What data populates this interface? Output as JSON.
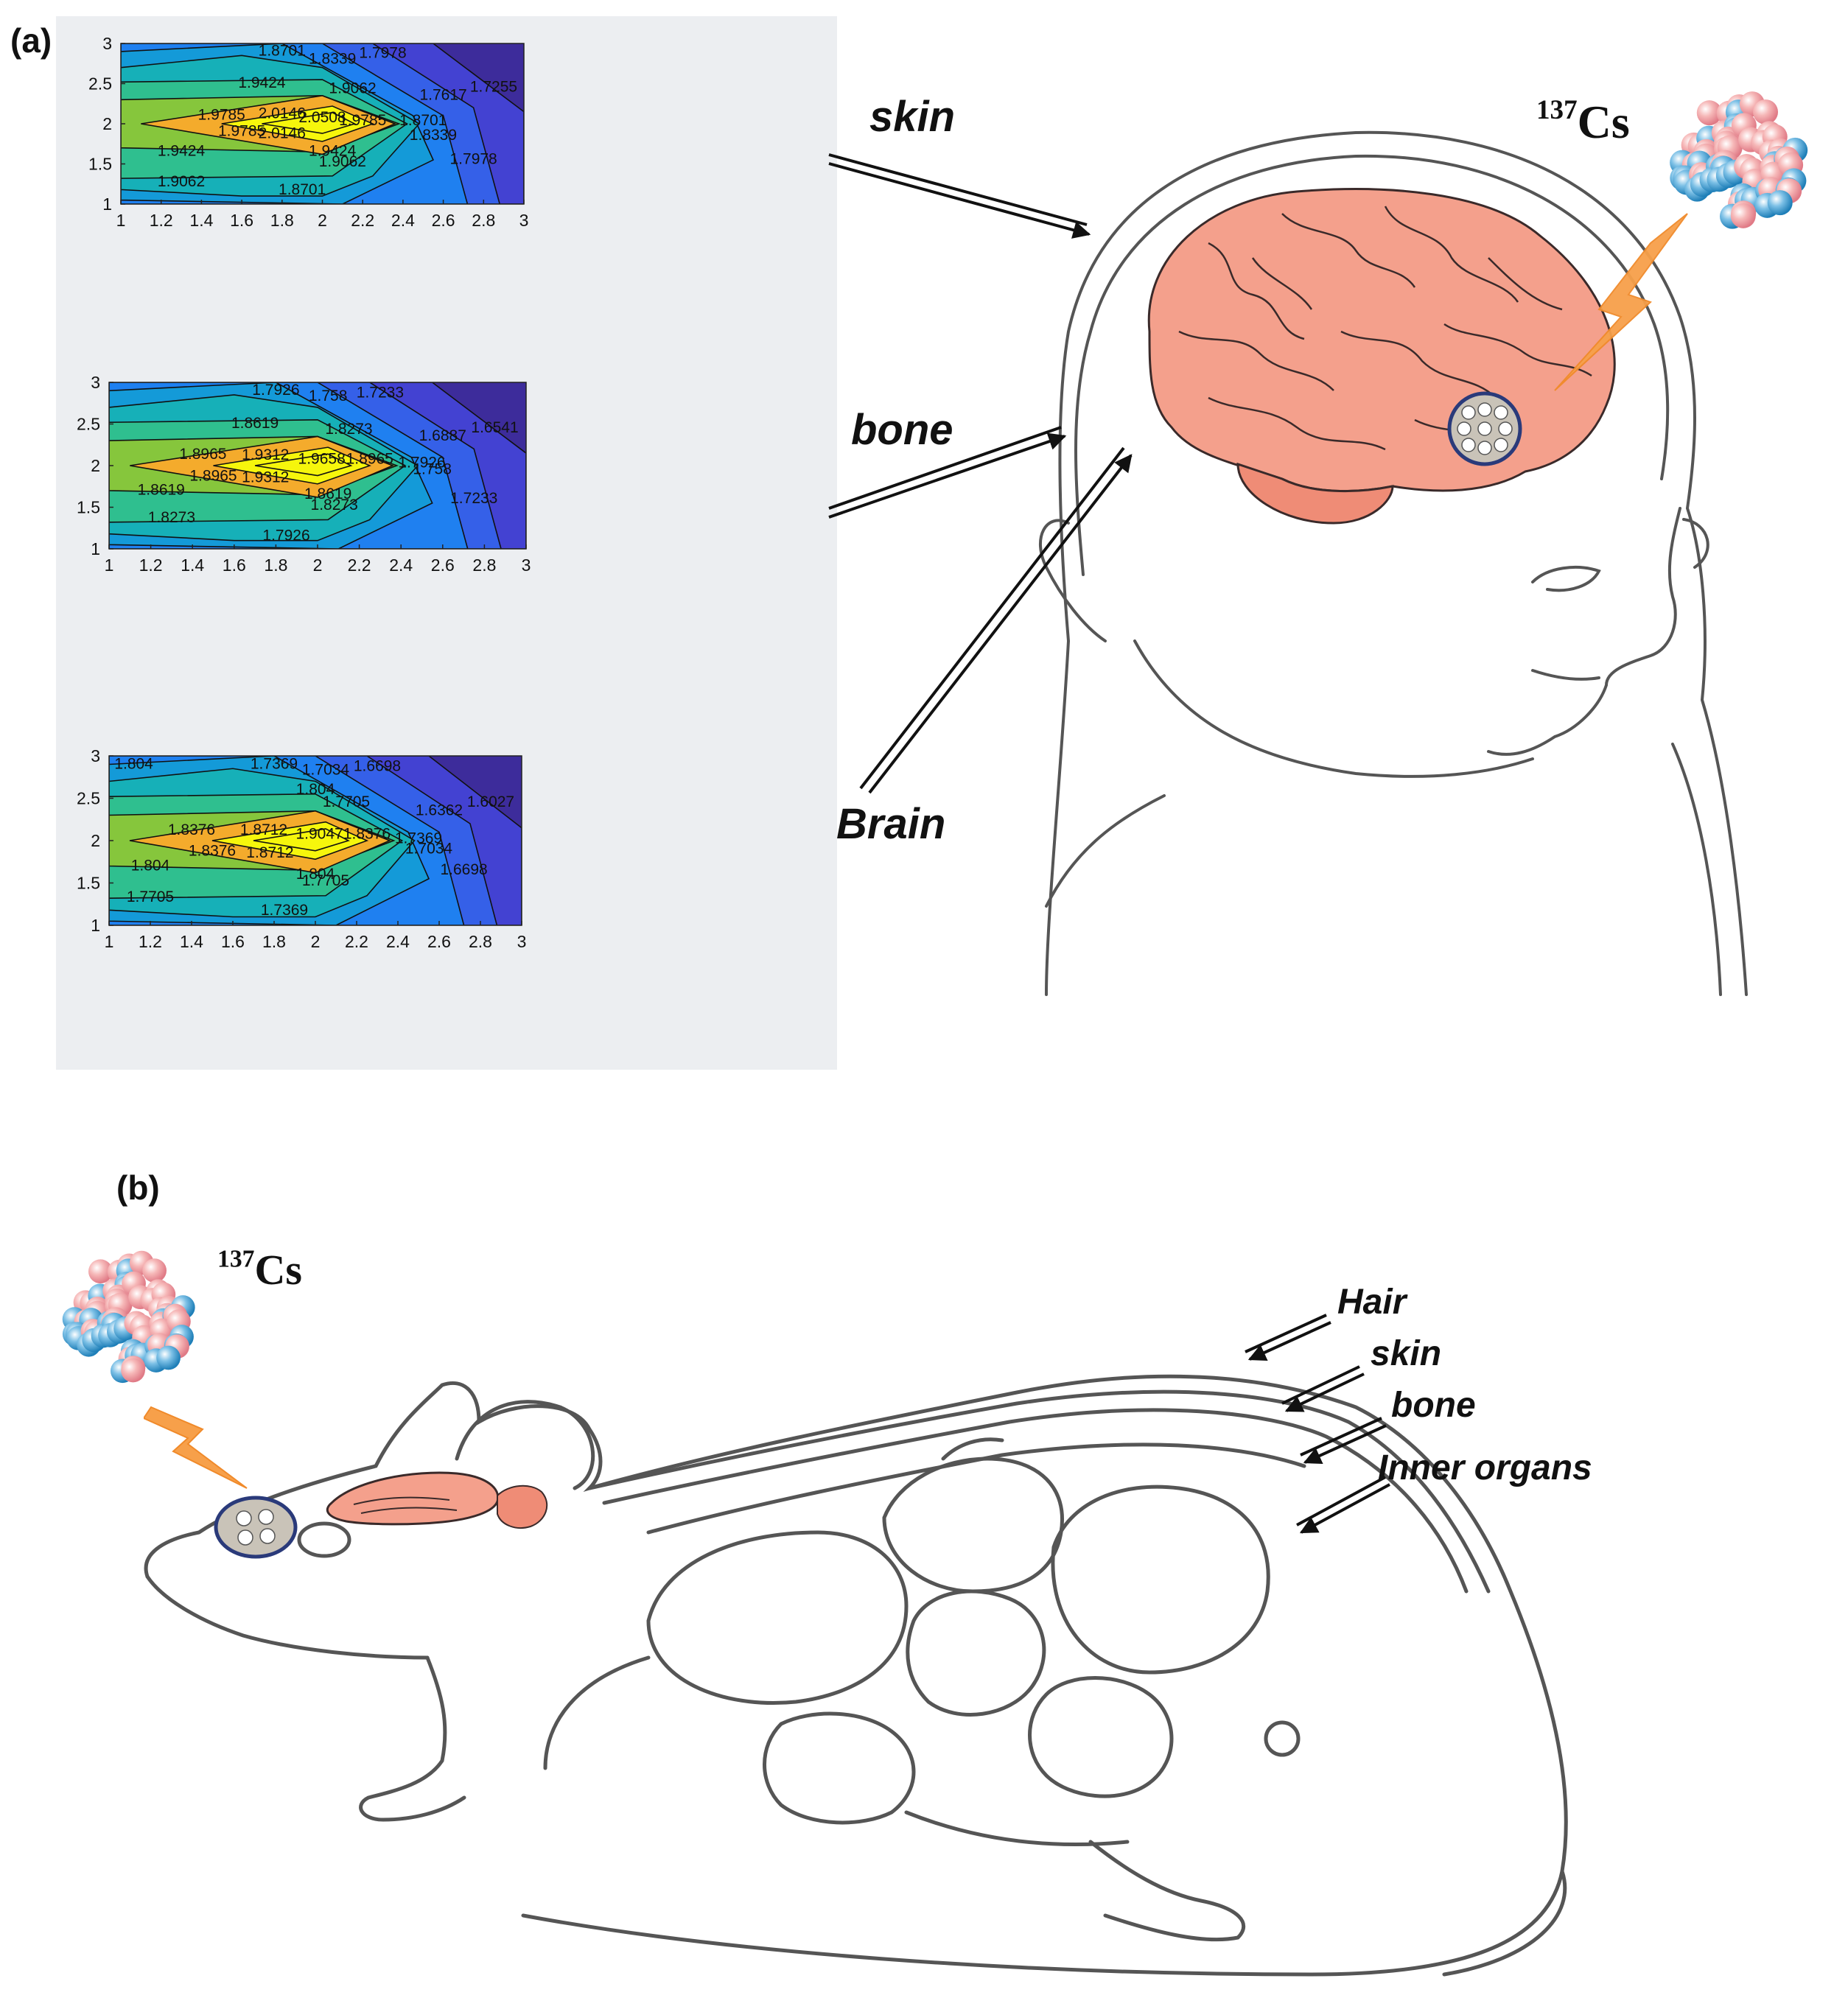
{
  "panel_a_label": "(a)",
  "panel_b_label": "(b)",
  "isotope": {
    "mass_number": "137",
    "symbol": "Cs"
  },
  "head_labels": [
    "skin",
    "bone",
    "Brain"
  ],
  "rat_labels": [
    "Hair",
    "skin",
    "bone",
    "Inner organs"
  ],
  "icons": [
    "nucleus-icon",
    "lightning-icon",
    "source-disc-icon",
    "arrow-icon"
  ],
  "colors": {
    "brain": "#f4a08c",
    "lightning": "#f7a04a",
    "line_art": "#555555",
    "contour_high": "#f6f60c",
    "contour_low": "#3a2a9a"
  },
  "chart_data": [
    {
      "type": "contour",
      "organ": "skin",
      "x_ticks": [
        "1",
        "1.2",
        "1.4",
        "1.6",
        "1.8",
        "2",
        "2.2",
        "2.4",
        "2.6",
        "2.8",
        "3"
      ],
      "y_ticks": [
        "1",
        "1.5",
        "2",
        "2.5",
        "3"
      ],
      "xlim": [
        1,
        3
      ],
      "ylim": [
        1,
        3
      ],
      "levels": [
        1.7255,
        1.7617,
        1.7978,
        1.8339,
        1.8701,
        1.9062,
        1.9424,
        1.9785,
        2.0146,
        2.0508
      ],
      "contour_labels": [
        "1.8701",
        "1.8339",
        "1.7978",
        "1.9424",
        "1.9062",
        "1.7617",
        "1.7255",
        "1.9785",
        "2.0146",
        "2.0508",
        "1.9785",
        "1.8701",
        "1.9785",
        "2.0146",
        "1.8339",
        "1.9424",
        "1.7978",
        "1.9424",
        "1.9062",
        "1.9062",
        "1.8701"
      ]
    },
    {
      "type": "contour",
      "organ": "bone",
      "x_ticks": [
        "1",
        "1.2",
        "1.4",
        "1.6",
        "1.8",
        "2",
        "2.2",
        "2.4",
        "2.6",
        "2.8",
        "3"
      ],
      "y_ticks": [
        "1",
        "1.5",
        "2",
        "2.5",
        "3"
      ],
      "xlim": [
        1,
        3
      ],
      "ylim": [
        1,
        3
      ],
      "levels": [
        1.6541,
        1.6887,
        1.7233,
        1.758,
        1.7926,
        1.8273,
        1.8619,
        1.8965,
        1.9312,
        1.9658
      ],
      "contour_labels": [
        "1.7926",
        "1.758",
        "1.7233",
        "1.8619",
        "1.8273",
        "1.6887",
        "1.6541",
        "1.8965",
        "1.9312",
        "1.9658",
        "1.8965",
        "1.7926",
        "1.758",
        "1.8965",
        "1.9312",
        "1.7233",
        "1.8619",
        "1.8619",
        "1.8273",
        "1.8273",
        "1.7926"
      ]
    },
    {
      "type": "contour",
      "organ": "brain",
      "x_ticks": [
        "1",
        "1.2",
        "1.4",
        "1.6",
        "1.8",
        "2",
        "2.2",
        "2.4",
        "2.6",
        "2.8",
        "3"
      ],
      "y_ticks": [
        "1",
        "1.5",
        "2",
        "2.5",
        "3"
      ],
      "xlim": [
        1,
        3
      ],
      "ylim": [
        1,
        3
      ],
      "levels": [
        1.6027,
        1.6362,
        1.6698,
        1.7034,
        1.7369,
        1.7705,
        1.804,
        1.8376,
        1.8712,
        1.9047
      ],
      "contour_labels": [
        "1.804",
        "1.7369",
        "1.7034",
        "1.6698",
        "1.804",
        "1.7705",
        "1.6362",
        "1.6027",
        "1.8376",
        "1.8712",
        "1.9047",
        "1.8376",
        "1.8376",
        "1.8712",
        "1.7369",
        "1.7034",
        "1.804",
        "1.804",
        "1.7705",
        "1.6698",
        "1.7705",
        "1.7369"
      ]
    }
  ]
}
